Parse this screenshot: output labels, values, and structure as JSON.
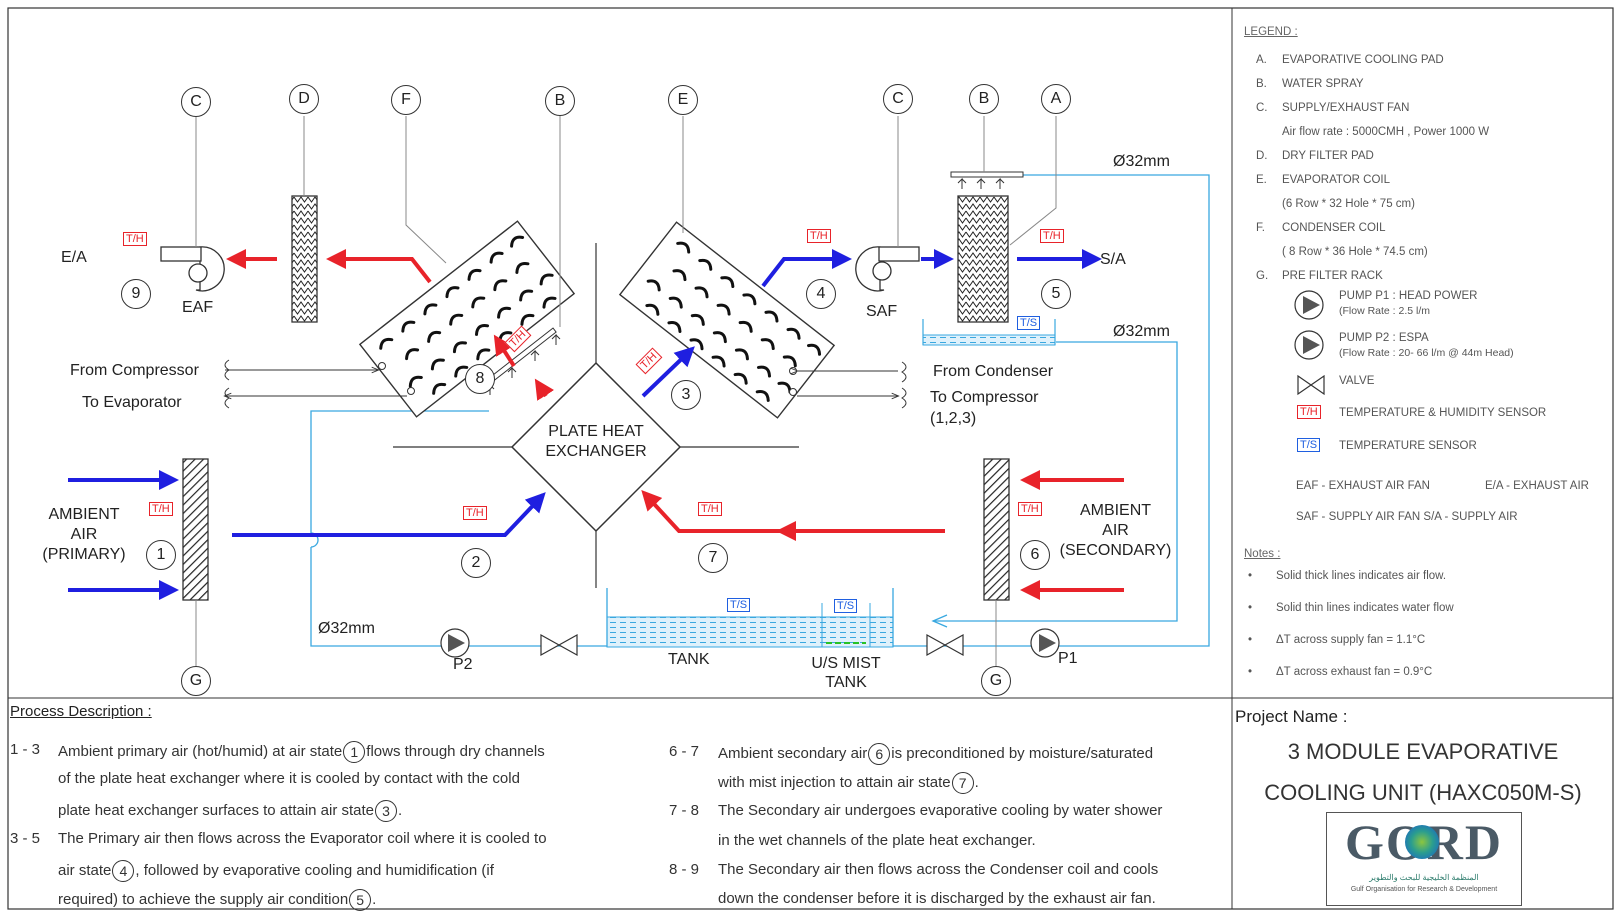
{
  "legend": {
    "title": "LEGEND :",
    "items": [
      {
        "code": "A.",
        "text": "EVAPORATIVE COOLING PAD"
      },
      {
        "code": "B.",
        "text": "WATER SPRAY"
      },
      {
        "code": "C.",
        "text": "SUPPLY/EXHAUST FAN"
      },
      {
        "code": "",
        "text": "Air flow rate : 5000CMH , Power 1000 W"
      },
      {
        "code": "D.",
        "text": "DRY FILTER PAD"
      },
      {
        "code": "E.",
        "text": "EVAPORATOR COIL"
      },
      {
        "code": "",
        "text": "(6 Row * 32 Hole * 75 cm)"
      },
      {
        "code": "F.",
        "text": "CONDENSER COIL"
      },
      {
        "code": "",
        "text": "( 8 Row * 36 Hole * 74.5 cm)"
      },
      {
        "code": "G.",
        "text": "PRE FILTER RACK"
      }
    ],
    "pump_p1": {
      "title": "PUMP P1 : HEAD POWER",
      "sub": "(Flow Rate : 2.5 l/m"
    },
    "pump_p2": {
      "title": "PUMP P2 : ESPA",
      "sub": "(Flow Rate :  20- 66 l/m @ 44m Head)"
    },
    "valve": "VALVE",
    "th_tag": "T/H",
    "th_text": "TEMPERATURE & HUMIDITY SENSOR",
    "ts_tag": "T/S",
    "ts_text": "TEMPERATURE SENSOR",
    "abbr1": "EAF - EXHAUST AIR FAN",
    "abbr2": "E/A - EXHAUST AIR",
    "abbr3": "SAF - SUPPLY AIR FAN  S/A - SUPPLY AIR"
  },
  "notes": {
    "title": "Notes :",
    "items": [
      "Solid thick lines indicates air flow.",
      "Solid thin lines indicates water flow",
      "ΔT across supply fan = 1.1°C",
      "ΔT across exhaust fan = 0.9°C"
    ]
  },
  "project": {
    "label": "Project Name :",
    "line1": "3 MODULE EVAPORATIVE",
    "line2": "COOLING UNIT (HAXC050M-S)",
    "logo_text": "GORD",
    "logo_arabic": "المنظمة الخليجية للبحث والتطوير",
    "logo_english": "Gulf Organisation for Research & Development"
  },
  "process": {
    "title": "Process Description :",
    "left": [
      {
        "step": "1 - 3",
        "lines": [
          "Ambient primary air (hot/humid) at air state",
          "flows through dry channels",
          "of the plate heat exchanger where it is cooled by contact with the cold",
          "plate heat exchanger surfaces to attain air state",
          "."
        ]
      },
      {
        "step": "3 - 5",
        "lines": [
          "The Primary air then flows across the Evaporator coil where it is  cooled to",
          "air state",
          ", followed by evaporative cooling and humidification  (if",
          "required) to achieve the supply air condition",
          "."
        ]
      }
    ],
    "right": [
      {
        "step": "6 - 7",
        "lines": [
          "Ambient secondary air",
          "is preconditioned by moisture/saturated",
          "with mist injection to attain air state",
          "."
        ]
      },
      {
        "step": "7 - 8",
        "lines": [
          "The Secondary air undergoes evaporative cooling by water shower",
          "in the  wet channels of the plate heat exchanger."
        ]
      },
      {
        "step": "8 - 9",
        "lines": [
          "The Secondary air then flows across the Condenser coil and cools",
          "down the condenser before it is discharged by the exhaust air fan."
        ]
      }
    ]
  },
  "diagram": {
    "component_letters": [
      "C",
      "D",
      "F",
      "B",
      "E",
      "C",
      "B",
      "A",
      "G",
      "G"
    ],
    "state_numbers": [
      "1",
      "2",
      "3",
      "4",
      "5",
      "6",
      "7",
      "8",
      "9"
    ],
    "plate_heat_exchanger": [
      "PLATE HEAT",
      "EXCHANGER"
    ],
    "ea": "E/A",
    "sa": "S/A",
    "eaf": "EAF",
    "saf": "SAF",
    "ambient_primary": [
      "AMBIENT",
      "AIR",
      "(PRIMARY)"
    ],
    "ambient_secondary": [
      "AMBIENT",
      "AIR",
      "(SECONDARY)"
    ],
    "from_compressor": "From Compressor",
    "to_evaporator": "To Evaporator",
    "from_condenser": "From Condenser",
    "to_compressor": "To Compressor",
    "to_compressor_sub": "(1,2,3)",
    "pipe_size": "Ø32mm",
    "tank": "TANK",
    "us_mist_tank": [
      "U/S MIST",
      "TANK"
    ],
    "p1": "P1",
    "p2": "P2",
    "th": "T/H",
    "ts": "T/S"
  },
  "colors": {
    "air_hot": "#e8232a",
    "air_cold": "#1f1fe0",
    "water": "#39a8e0",
    "th_tag": "#e8232a",
    "ts_tag": "#1f5fe0"
  }
}
